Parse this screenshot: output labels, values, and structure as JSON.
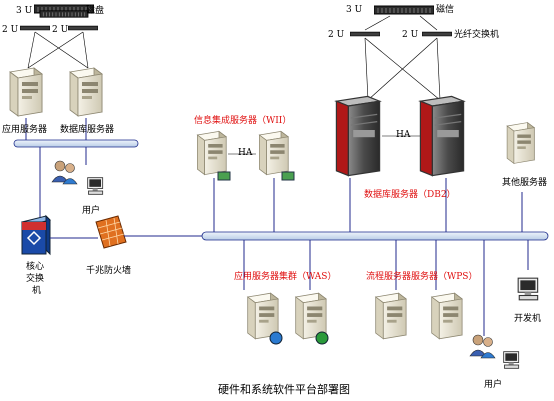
{
  "caption": "硬件和系统软件平台部署图",
  "left_cluster": {
    "storage_u": "3 U",
    "storage_label": "磁盘",
    "switch_u_left": "2 U",
    "switch_u_right": "2 U",
    "server_label": "应用服务器",
    "db_server_label": "数据库服务器"
  },
  "right_cluster": {
    "storage_u": "3 U",
    "storage_label": "磁信",
    "switch_u_left": "2 U",
    "switch_u_right": "2 U",
    "switch_label": "光纤交换机",
    "ha_label": "HA",
    "db_label": "数据库服务器（DB2）"
  },
  "wii_group": {
    "label": "信息集成服务器（WII）",
    "ha_label": "HA"
  },
  "was_group": {
    "label": "应用服务器集群（WAS）"
  },
  "wps_group": {
    "label": "流程服务器服务器（WPS）"
  },
  "other_server": "其他服务器",
  "core_switch": {
    "line1": "核心",
    "line2": "交换",
    "line3": "机"
  },
  "firewall": "千兆防火墙",
  "users_top": "用户",
  "users_bottom": "用户",
  "dev_machine": "开发机",
  "colors": {
    "bus": "#d7e4f3",
    "bus_line": "#1a2a8a",
    "link": "#202a8c",
    "accent_red": "#e01010",
    "switch_blue": "#1a4aa8"
  }
}
